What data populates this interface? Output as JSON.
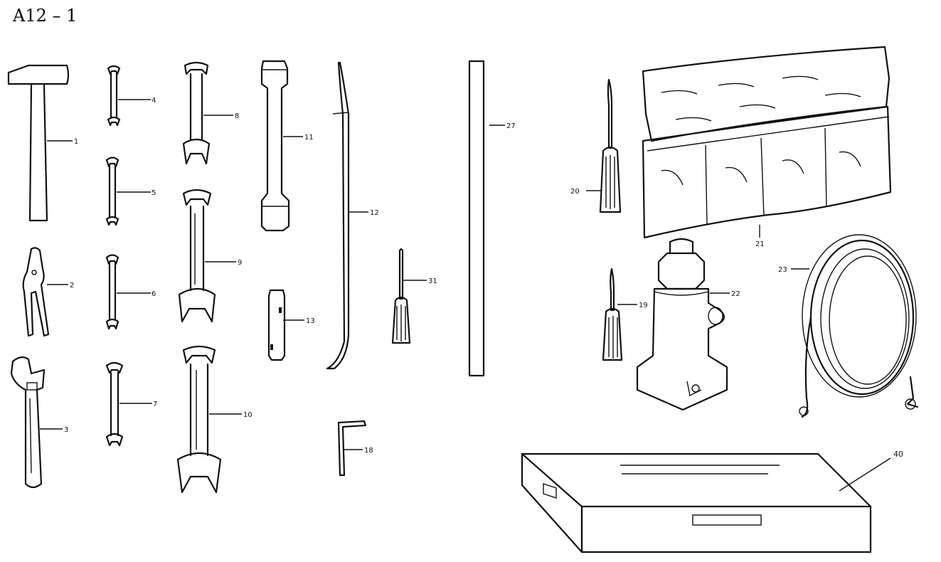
{
  "title": "A12 – 1",
  "callouts": {
    "c1": "1",
    "c2": "2",
    "c3": "3",
    "c4": "4",
    "c5": "5",
    "c6": "6",
    "c7": "7",
    "c8": "8",
    "c9": "9",
    "c10": "10",
    "c11": "11",
    "c12": "12",
    "c13": "13",
    "c18": "18",
    "c19": "19",
    "c20": "20",
    "c21": "21",
    "c22": "22",
    "c23": "23",
    "c27": "27",
    "c31": "31",
    "c40": "40"
  }
}
